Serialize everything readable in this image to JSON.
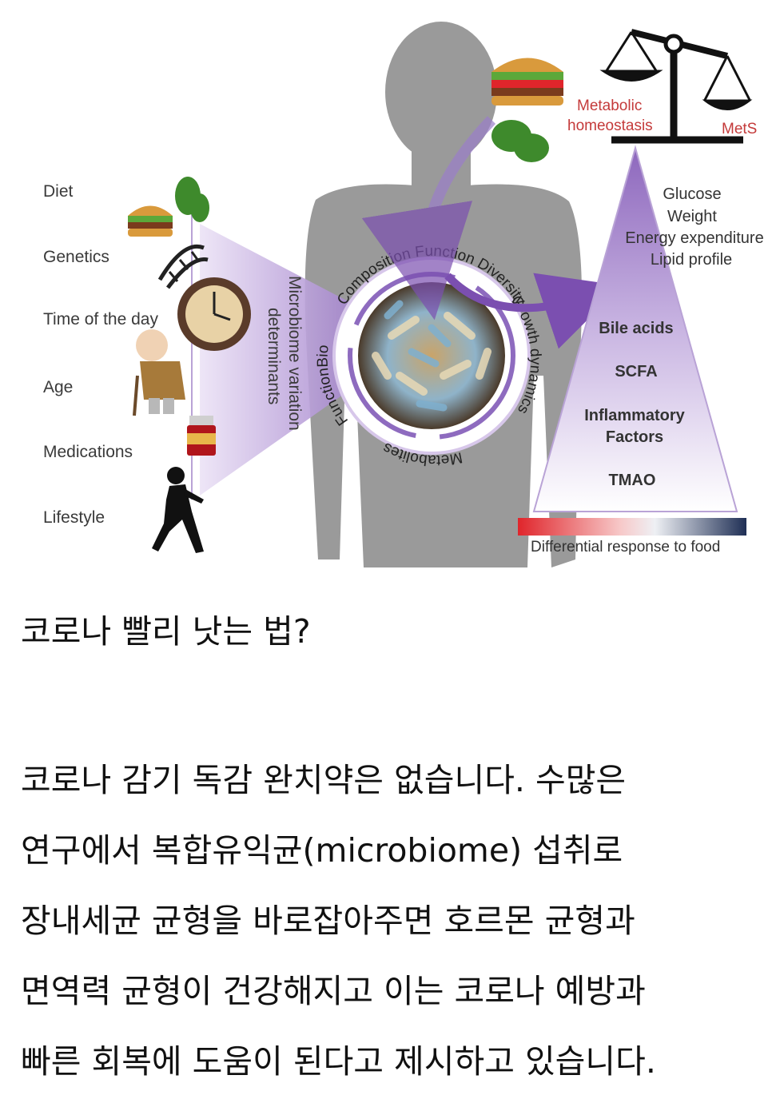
{
  "figure": {
    "determinants": [
      "Diet",
      "Genetics",
      "Time of the day",
      "Age",
      "Medications",
      "Lifestyle"
    ],
    "variation_label_1": "Microbiome variation",
    "variation_label_2": "determinants",
    "ring_top": "Composition Function Diversity",
    "ring_right": "Growth dynamics",
    "ring_bottom": "Metabolites",
    "ring_left": "FunctionBio",
    "scale_left_1": "Metabolic",
    "scale_left_2": "homeostasis",
    "scale_right": "MetS",
    "pyramid_items": [
      "Glucose",
      "Weight",
      "Energy expenditure",
      "Lipid profile"
    ],
    "pyramid_bold": [
      "Bile acids",
      "SCFA",
      "Inflammatory",
      "Factors",
      "TMAO"
    ],
    "gradient_label": "Differential response to food",
    "colors": {
      "purple": "#7b4fb0",
      "red": "#e0252b",
      "navy": "#1f2f55",
      "silhouette": "#9a9a9a"
    }
  },
  "article": {
    "question": "코로나 빨리 낫는 법?",
    "lines": [
      "코로나 감기 독감 완치약은 없습니다. 수많은",
      "연구에서 복합유익균(microbiome) 섭취로",
      "장내세균 균형을 바로잡아주면 호르몬 균형과",
      "면역력 균형이 건강해지고 이는 코로나 예방과",
      "빠른 회복에 도움이 된다고 제시하고 있습니다."
    ]
  }
}
